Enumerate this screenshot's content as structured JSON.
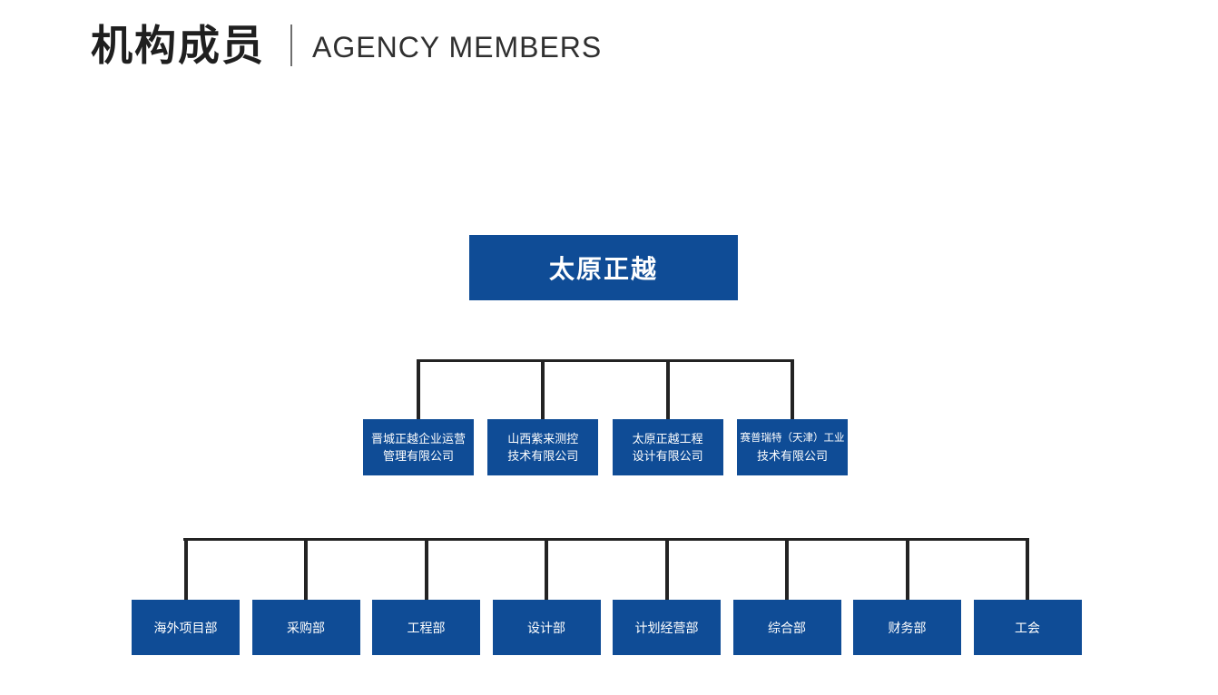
{
  "header": {
    "title_zh": "机构成员",
    "title_en": "AGENCY MEMBERS"
  },
  "colors": {
    "box_blue": "#0F4C96",
    "connector_black": "#232323",
    "title_dark": "#1F1F1F",
    "divider_gray": "#6E6E6E"
  },
  "chart": {
    "root": {
      "label": "太原正越"
    },
    "subsidiaries": [
      {
        "line1": "晋城正越企业运营",
        "line2": "管理有限公司"
      },
      {
        "line1": "山西紫来测控",
        "line2": "技术有限公司"
      },
      {
        "line1": "太原正越工程",
        "line2": "设计有限公司"
      },
      {
        "line1": "赛普瑞特（天津）工业",
        "line2": "技术有限公司"
      }
    ],
    "departments": [
      "海外项目部",
      "采购部",
      "工程部",
      "设计部",
      "计划经营部",
      "综合部",
      "财务部",
      "工会"
    ]
  }
}
